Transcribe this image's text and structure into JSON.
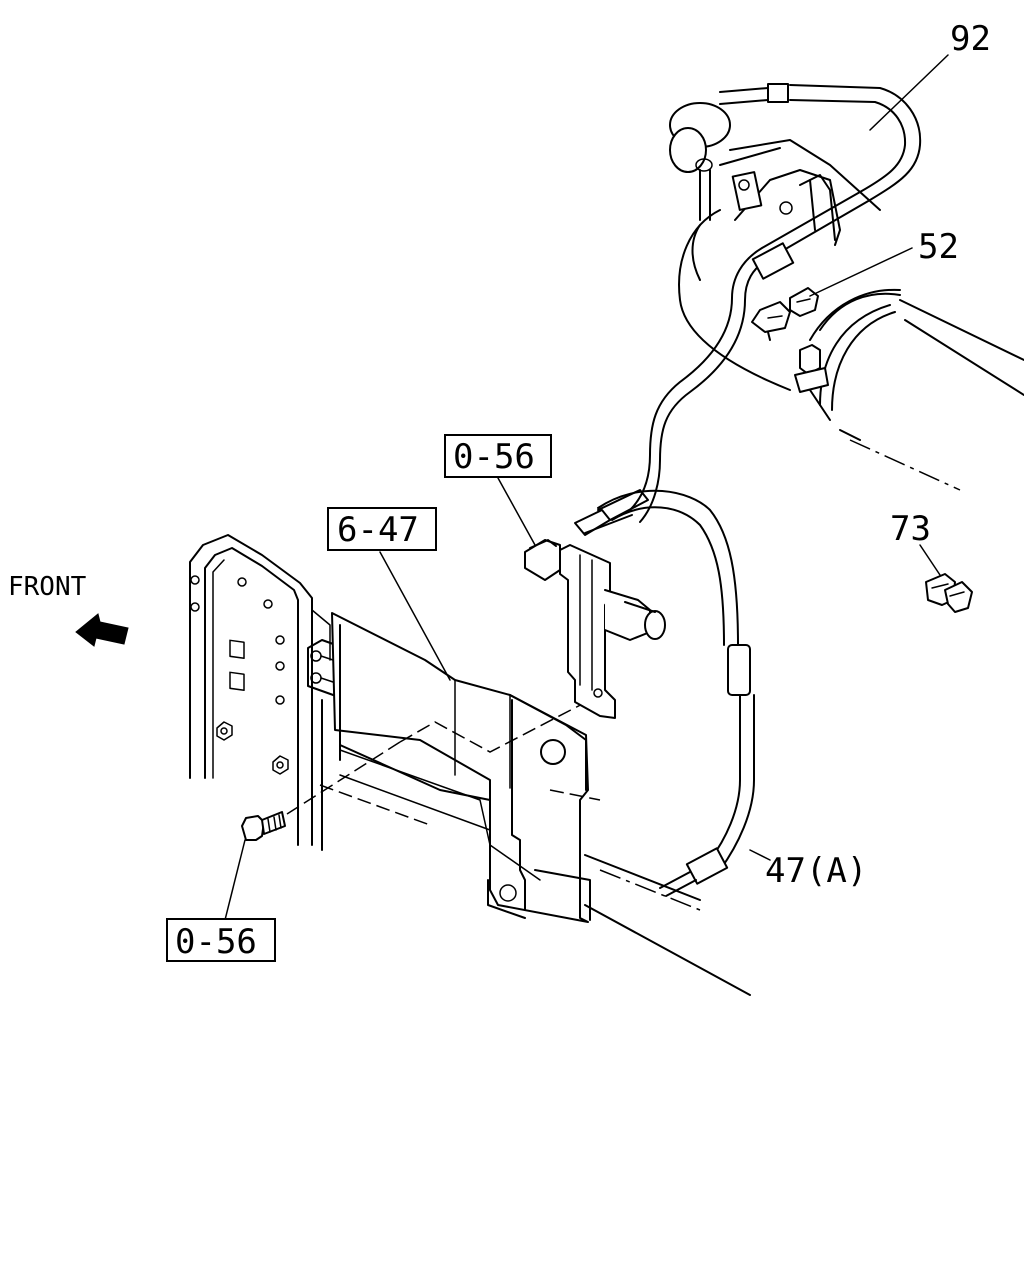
{
  "callouts": {
    "part_92": "92",
    "part_52": "52",
    "part_73": "73",
    "part_47a": "47(A)",
    "ref_0_56_top": "0-56",
    "ref_6_47": "6-47",
    "ref_0_56_bottom": "0-56"
  },
  "orientation": {
    "front_label": "FRONT"
  }
}
